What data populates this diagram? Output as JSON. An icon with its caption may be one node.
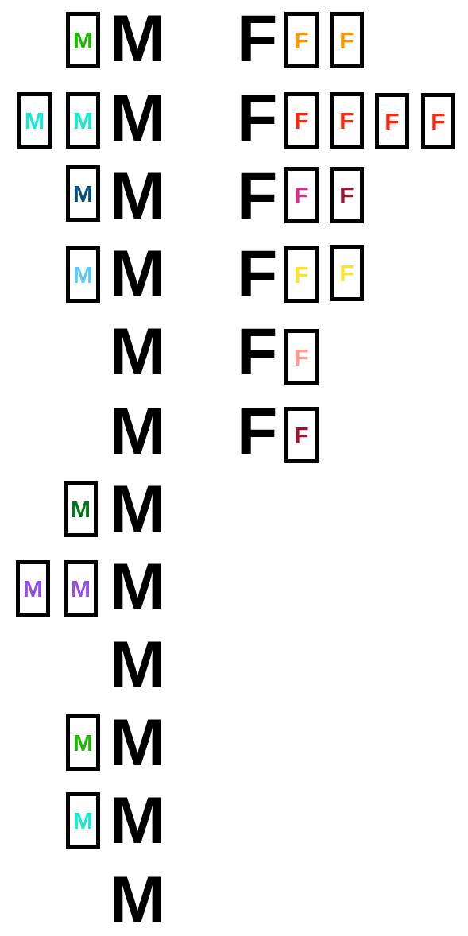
{
  "diagram": {
    "nodes": [
      {
        "text": [
          "M"
        ]
      },
      {
        "text": [
          "F"
        ]
      },
      {
        "text": [
          "F"
        ]
      },
      {
        "text": [
          "M"
        ]
      },
      {
        "text": [
          "M"
        ]
      },
      {
        "text": [
          "F"
        ]
      },
      {
        "text": [
          "F"
        ]
      },
      {
        "text": [
          "F"
        ]
      },
      {
        "text": [
          "F"
        ]
      },
      {
        "text": [
          "M"
        ]
      },
      {
        "text": [
          "F"
        ]
      },
      {
        "text": [
          "F"
        ]
      },
      {
        "text": [
          "M"
        ]
      },
      {
        "text": [
          "F"
        ]
      },
      {
        "text": [
          "F"
        ]
      },
      {
        "text": [
          "F"
        ]
      },
      {
        "text": [
          "F"
        ]
      },
      {
        "text": [
          "M"
        ]
      },
      {
        "text": [
          "M"
        ]
      },
      {
        "text": [
          "M"
        ]
      },
      {
        "text": [
          "M"
        ]
      },
      {
        "text": [
          "M"
        ]
      }
    ],
    "labels": [
      "M",
      "F",
      "M",
      "F",
      "M",
      "F",
      "M",
      "F",
      "M",
      "F",
      "M",
      "F",
      "M",
      "M",
      "M",
      "M",
      "M",
      "M"
    ]
  }
}
